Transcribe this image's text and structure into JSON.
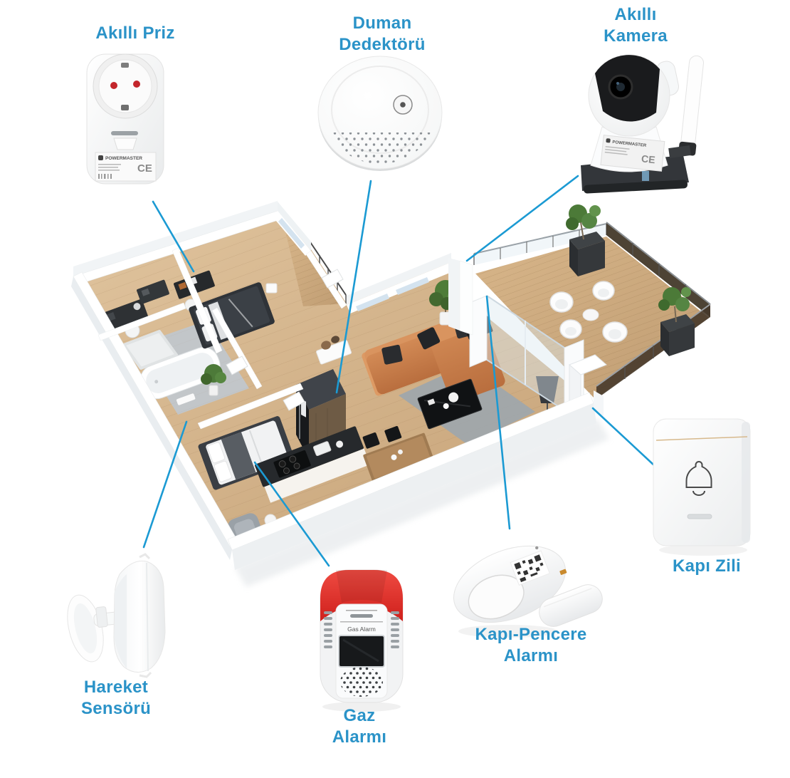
{
  "colors": {
    "label_blue": "#2b93c8",
    "line_blue": "#1b9ad3",
    "alarm_red": "#df342c",
    "sofa_tan": "#c97e4b",
    "floor_wood": "#d2b088",
    "deck_wood": "#c9a77c"
  },
  "devices": [
    {
      "id": "akilli-priz",
      "label_lines": [
        "Akıllı Priz"
      ],
      "texts": {
        "brand": "POWERMASTER",
        "ce": "CE"
      }
    },
    {
      "id": "duman-dedektoru",
      "label_lines": [
        "Duman",
        "Dedektörü"
      ]
    },
    {
      "id": "akilli-kamera",
      "label_lines": [
        "Akıllı",
        "Kamera"
      ],
      "texts": {
        "brand": "POWERMASTER",
        "ce": "CE"
      }
    },
    {
      "id": "kapi-zili",
      "label_lines": [
        "Kapı Zili"
      ]
    },
    {
      "id": "kapi-pencere-alarmi",
      "label_lines": [
        "Kapı-Pencere",
        "Alarmı"
      ]
    },
    {
      "id": "gaz-alarmi",
      "label_lines": [
        "Gaz",
        "Alarmı"
      ],
      "texts": {
        "screen_label": "Gas Alarm"
      }
    },
    {
      "id": "hareket-sensoru",
      "label_lines": [
        "Hareket",
        "Sensörü"
      ]
    }
  ]
}
